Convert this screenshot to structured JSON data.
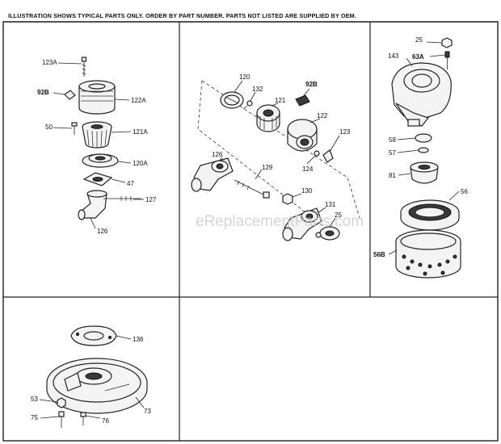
{
  "header_note": "ILLUSTRATION SHOWS TYPICAL PARTS ONLY. ORDER BY PART NUMBER. PARTS NOT LISTED ARE SUPPLIED BY OEM.",
  "watermark": "eReplacementParts.com",
  "panels": {
    "left": {
      "labels": [
        {
          "id": "123A",
          "text": "123A"
        },
        {
          "id": "92B",
          "text": "92B"
        },
        {
          "id": "122A",
          "text": "122A"
        },
        {
          "id": "50",
          "text": "50"
        },
        {
          "id": "121A",
          "text": "121A"
        },
        {
          "id": "120A",
          "text": "120A"
        },
        {
          "id": "47",
          "text": "47"
        },
        {
          "id": "127",
          "text": "127"
        },
        {
          "id": "126",
          "text": "126"
        }
      ]
    },
    "middle": {
      "labels": [
        {
          "id": "120",
          "text": "120"
        },
        {
          "id": "132",
          "text": "132"
        },
        {
          "id": "92B",
          "text": "92B"
        },
        {
          "id": "121",
          "text": "121"
        },
        {
          "id": "122",
          "text": "122"
        },
        {
          "id": "123",
          "text": "123"
        },
        {
          "id": "126",
          "text": "126"
        },
        {
          "id": "129",
          "text": "129"
        },
        {
          "id": "124",
          "text": "124"
        },
        {
          "id": "130",
          "text": "130"
        },
        {
          "id": "131",
          "text": "131"
        },
        {
          "id": "25",
          "text": "25"
        }
      ]
    },
    "right": {
      "labels": [
        {
          "id": "25",
          "text": "25"
        },
        {
          "id": "143",
          "text": "143"
        },
        {
          "id": "63A",
          "text": "63A"
        },
        {
          "id": "58",
          "text": "58"
        },
        {
          "id": "57",
          "text": "57"
        },
        {
          "id": "81",
          "text": "81"
        },
        {
          "id": "56",
          "text": "56"
        },
        {
          "id": "56B",
          "text": "56B"
        }
      ]
    },
    "bottom_left": {
      "labels": [
        {
          "id": "136",
          "text": "136"
        },
        {
          "id": "53",
          "text": "53"
        },
        {
          "id": "73",
          "text": "73"
        },
        {
          "id": "75",
          "text": "75"
        },
        {
          "id": "76",
          "text": "76"
        }
      ]
    }
  }
}
